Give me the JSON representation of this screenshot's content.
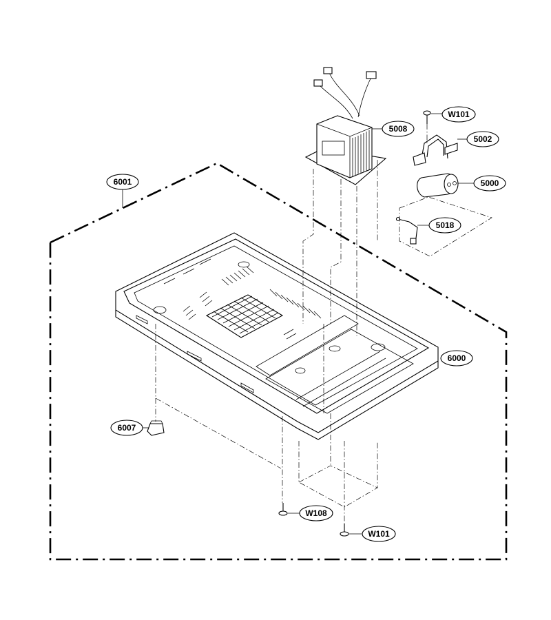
{
  "callouts": {
    "c6001": "6001",
    "c5008": "5008",
    "cW101_top": "W101",
    "c5002": "5002",
    "c5000": "5000",
    "c5018": "5018",
    "c6000": "6000",
    "c6007": "6007",
    "cW108": "W108",
    "cW101_bottom": "W101"
  }
}
